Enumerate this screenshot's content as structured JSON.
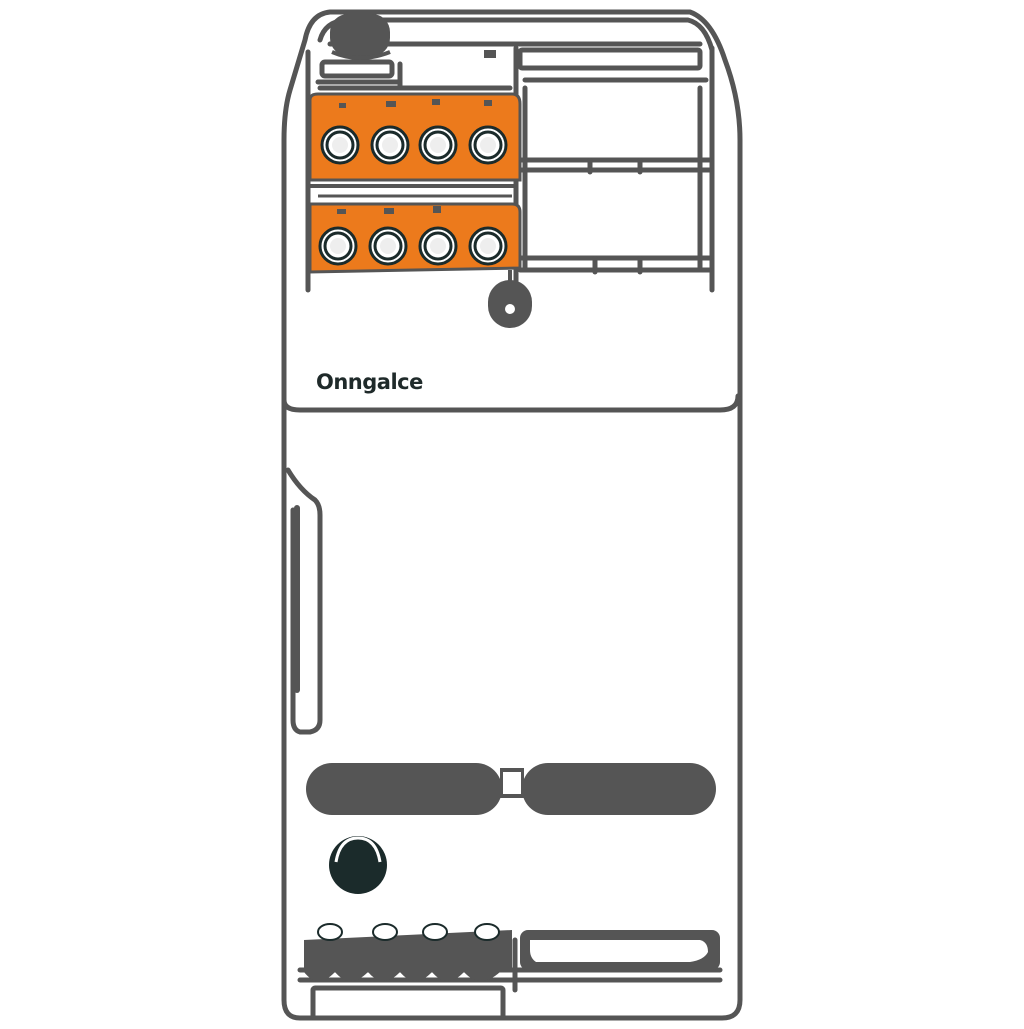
{
  "illustration": {
    "subject": "appliance-line-drawing",
    "brand_label": "Onngalce",
    "colors": {
      "outline": "#555555",
      "accent_panel": "#ec7a1c",
      "dark_knob": "#1b2b2b",
      "background": "#ffffff"
    },
    "control_panels": [
      {
        "name": "upper-control-panel",
        "knob_count": 4
      },
      {
        "name": "lower-control-panel",
        "knob_count": 4
      }
    ],
    "shelves": [
      {
        "name": "upper-shelf"
      },
      {
        "name": "lower-shelf"
      }
    ],
    "bottom_drawer": {
      "knob_count": 4
    }
  }
}
